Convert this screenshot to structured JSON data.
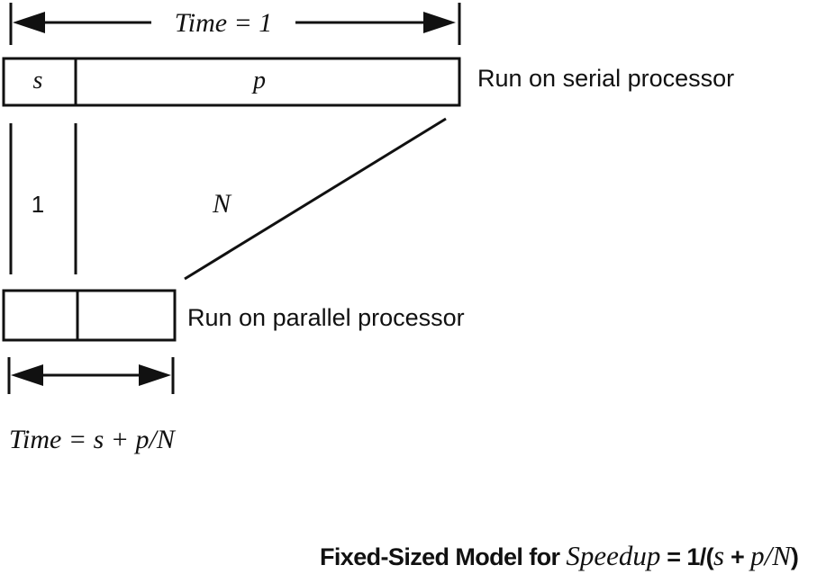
{
  "diagram": {
    "top_time_label": "Time = 1",
    "serial_segment_s": "s",
    "serial_segment_p": "p",
    "serial_label": "Run on serial processor",
    "marker_one": "1",
    "marker_n": "N",
    "parallel_label": "Run on parallel processor",
    "bottom_time_label": "Time = s + p/N",
    "caption": {
      "prefix": "Fixed-Sized Model for ",
      "speedup_var": "Speedup",
      "equals_one": " = 1/(",
      "s": "s",
      "plus": " + ",
      "p_over_n": "p/N",
      "close": ")"
    }
  }
}
